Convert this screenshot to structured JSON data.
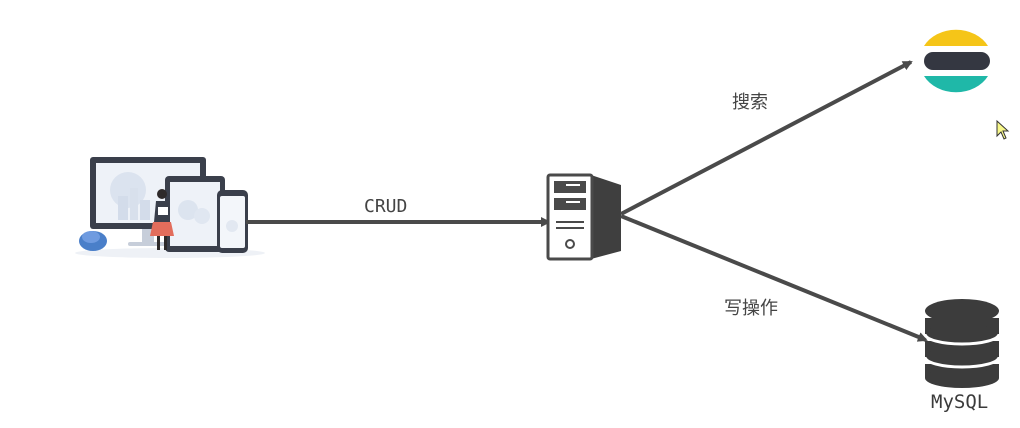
{
  "edges": {
    "crud_label": "CRUD",
    "search_label": "搜索",
    "write_label": "写操作"
  },
  "nodes": {
    "client": {
      "icon": "devices-illustration-icon"
    },
    "server": {
      "icon": "server-tower-icon"
    },
    "elasticsearch": {
      "icon": "elasticsearch-logo-icon"
    },
    "mysql": {
      "icon": "database-icon",
      "label": "MySQL"
    }
  },
  "colors": {
    "arrow": "#4a4a4a",
    "es_yellow": "#f5c518",
    "es_dark": "#343741",
    "es_teal": "#1fb8a8",
    "db": "#3c3c3c",
    "server": "#4a4a4a",
    "device_dark": "#3a3f4b",
    "device_screen": "#e9eef6",
    "accent_blue": "#4a7fc9",
    "accent_red": "#e26d5c"
  }
}
